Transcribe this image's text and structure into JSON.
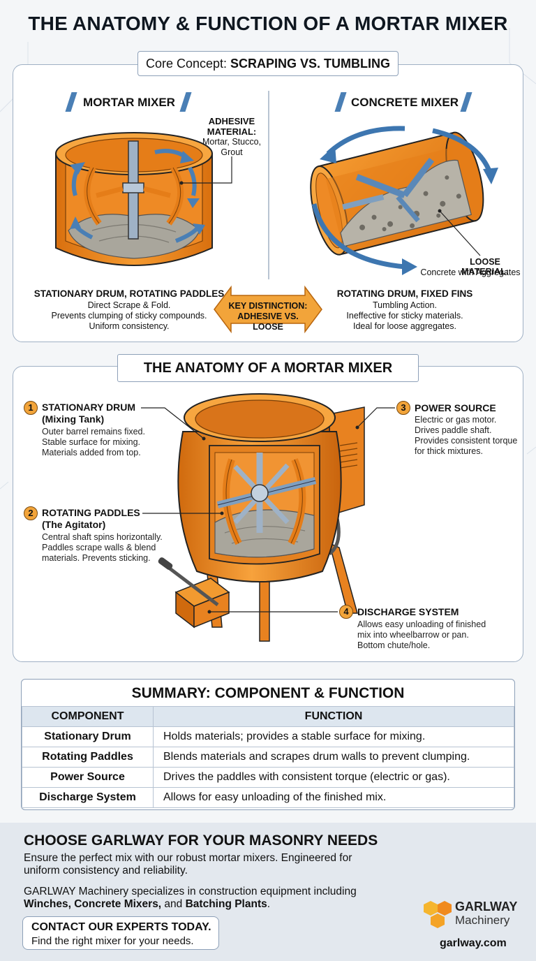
{
  "title": "THE ANATOMY & FUNCTION OF A MORTAR MIXER",
  "core": {
    "prefix": "Core Concept: ",
    "emphasis": "SCRAPING VS. TUMBLING"
  },
  "mortar": {
    "heading": "MORTAR MIXER",
    "adhesive_title_1": "ADHESIVE",
    "adhesive_title_2": "MATERIAL:",
    "adhesive_line1": "Mortar, Stucco,",
    "adhesive_line2": "Grout",
    "caption_title": "STATIONARY DRUM, ROTATING PADDLES",
    "caption_line1": "Direct Scrape & Fold.",
    "caption_line2": "Prevents clumping of sticky compounds.",
    "caption_line3": "Uniform consistency."
  },
  "concrete": {
    "heading": "CONCRETE MIXER",
    "loose_title": "LOOSE MATERIAL:",
    "loose_text": "Concrete with Aggregates",
    "caption_title": "ROTATING DRUM, FIXED FINS",
    "caption_line1": "Tumbling Action.",
    "caption_line2": "Ineffective for sticky materials.",
    "caption_line3": "Ideal for loose aggregates."
  },
  "key": {
    "line1": "KEY DISTINCTION:",
    "line2": "ADHESIVE VS. LOOSE"
  },
  "anatomy": {
    "heading": "THE ANATOMY OF A MORTAR MIXER",
    "items": [
      {
        "num": "1",
        "title1": "STATIONARY DRUM",
        "title2": "(Mixing Tank)",
        "desc1": "Outer barrel remains fixed.",
        "desc2": "Stable surface for mixing.",
        "desc3": "Materials added from top."
      },
      {
        "num": "2",
        "title1": "ROTATING PADDLES",
        "title2": "(The Agitator)",
        "desc1": "Central shaft spins horizontally.",
        "desc2": "Paddles scrape walls & blend",
        "desc3": "materials. Prevents sticking."
      },
      {
        "num": "3",
        "title1": "POWER SOURCE",
        "title2": "",
        "desc1": "Electric or gas motor.",
        "desc2": "Drives paddle shaft.",
        "desc3": "Provides consistent torque",
        "desc4": "for thick mixtures."
      },
      {
        "num": "4",
        "title1": "DISCHARGE SYSTEM",
        "title2": "",
        "desc1": "Allows easy unloading of finished",
        "desc2": "mix into wheelbarrow or pan.",
        "desc3": "Bottom chute/hole."
      }
    ]
  },
  "summary": {
    "title": "SUMMARY: COMPONENT & FUNCTION",
    "headers": [
      "COMPONENT",
      "FUNCTION"
    ],
    "rows": [
      [
        "Stationary Drum",
        "Holds materials; provides a stable surface for mixing."
      ],
      [
        "Rotating Paddles",
        "Blends materials and scrapes drum walls to prevent clumping."
      ],
      [
        "Power Source",
        "Drives the paddles with consistent torque (electric or gas)."
      ],
      [
        "Discharge System",
        "Allows for easy unloading of the finished mix."
      ]
    ]
  },
  "footer": {
    "title": "CHOOSE GARLWAY FOR YOUR MASONRY NEEDS",
    "text1a": "Ensure the perfect mix with our robust mortar mixers. Engineered for",
    "text1b": "uniform consistency and reliability.",
    "text2a": "GARLWAY Machinery specializes in construction equipment including",
    "text2b_bold": "Winches, Concrete Mixers,",
    "text2b_mid": " and ",
    "text2b_bold2": "Batching Plants",
    "text2b_end": ".",
    "cta_title": "CONTACT OUR EXPERTS TODAY.",
    "cta_text": "Find the right mixer for your needs.",
    "logo_line1": "GARLWAY",
    "logo_line2": "Machinery",
    "url": "garlway.com"
  },
  "colors": {
    "orange": "#f08a1e",
    "orange_dark": "#c4620e",
    "steel_blue": "#4a7fb5",
    "mortar_grey": "#a9a69c"
  }
}
